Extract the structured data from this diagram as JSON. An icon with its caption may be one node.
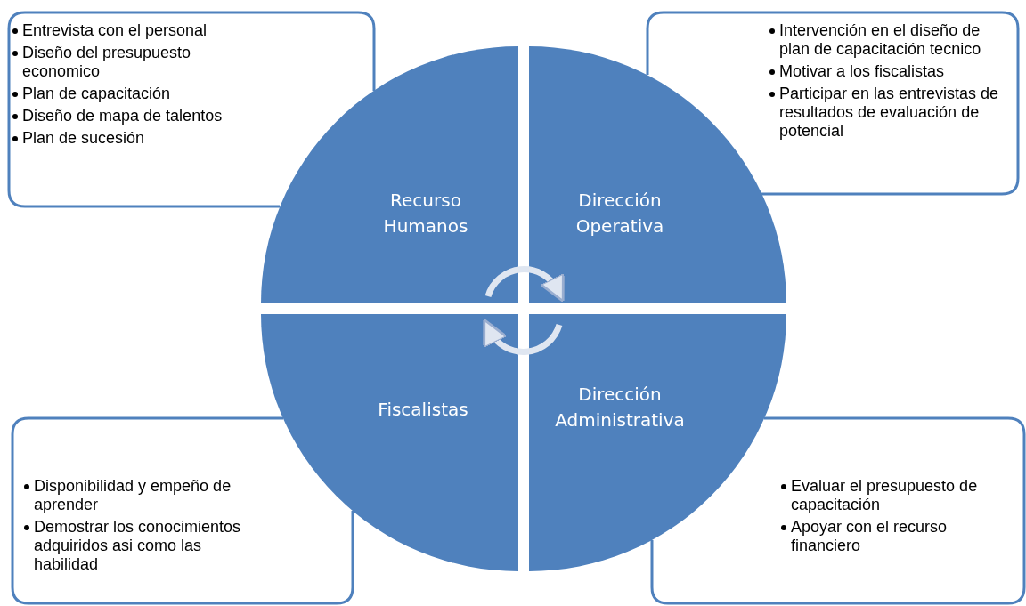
{
  "diagram": {
    "nodes": [
      {
        "text": [
          "Entrevista con el personal",
          "Diseño del presupuesto economico",
          "Plan de capacitación",
          "Diseño de mapa de talentos",
          "Plan de sucesión"
        ]
      },
      {
        "text": [
          "Recurso Humanos"
        ]
      },
      {
        "text": [
          "Dirección Operativa"
        ]
      },
      {
        "text": [
          "Intervención en el diseño de plan de capacitación tecnico",
          "Motivar a los fiscalistas",
          "Participar en las entrevistas de resultados de evaluación de potencial"
        ]
      },
      {
        "text": [
          "Disponibilidad y empeño de aprender",
          "Demostrar los conocimientos adquiridos asi como las habilidad"
        ]
      },
      {
        "text": [
          "Fiscalistas"
        ]
      },
      {
        "text": [
          "Dirección Administrativa"
        ]
      },
      {
        "text": [
          "Evaluar el presupuesto de capacitación",
          "Apoyar con el recurso financiero"
        ]
      }
    ],
    "edges": [
      {
        "from": 1,
        "to": 2,
        "arrow": "to"
      },
      {
        "from": 6,
        "to": 5,
        "arrow": "to"
      }
    ]
  }
}
